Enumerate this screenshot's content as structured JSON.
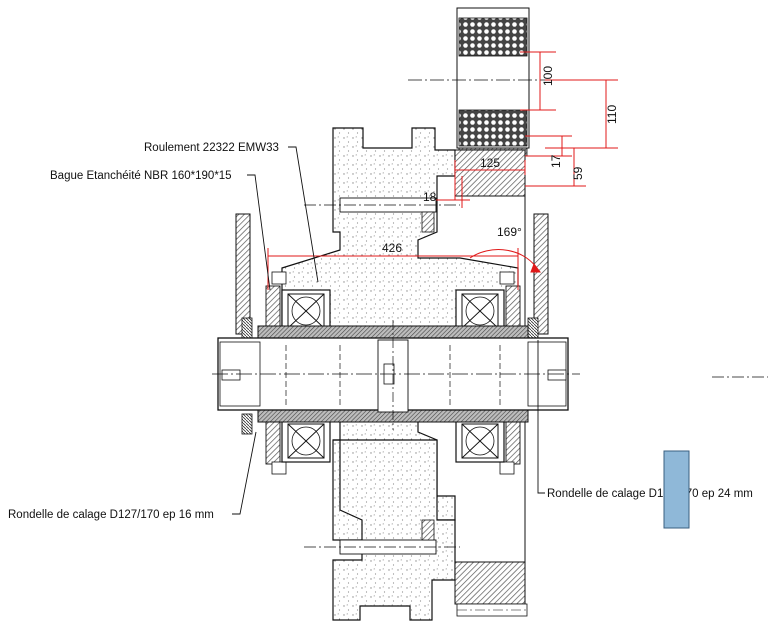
{
  "labels": {
    "bearing": "Roulement 22322 EMW33",
    "seal": "Bague Etanchéité  NBR 160*190*15",
    "shim_left": "Rondelle de calage D127/170 ep 16 mm",
    "shim_right": "Rondelle de calage D127/170 ep 24 mm"
  },
  "dimensions": {
    "d100": "100",
    "d110": "110",
    "d125": "125",
    "d17": "17",
    "d59": "59",
    "d18": "18",
    "d426": "426",
    "angle": "169°"
  },
  "colors": {
    "dimension_lines": "#e01919",
    "outline": "#111111",
    "hatch": "#555555",
    "concrete_dots": "#8a8a8a",
    "marker_fill": "#8fb8d8",
    "marker_stroke": "#3a5f80"
  }
}
